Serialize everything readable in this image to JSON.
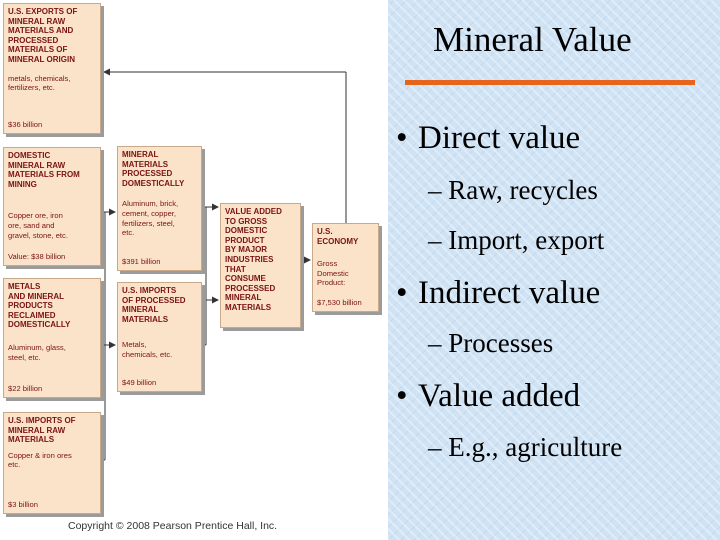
{
  "diagram": {
    "boxes": {
      "exports": {
        "title": "U.S. EXPORTS OF\nMINERAL RAW\nMATERIALS AND\nPROCESSED\nMATERIALS OF\nMINERAL ORIGIN",
        "desc": "metals, chemicals,\nfertilizers, etc.",
        "value": "$36 billion"
      },
      "domestic": {
        "title": "DOMESTIC\nMINERAL RAW\nMATERIALS FROM\nMINING",
        "desc": "Copper ore, iron\nore, sand and\ngravel, stone, etc.",
        "value": "Value: $38 billion"
      },
      "reclaimed": {
        "title": "METALS\nAND MINERAL\nPRODUCTS\nRECLAIMED\nDOMESTICALLY",
        "desc": "Aluminum, glass,\nsteel, etc.",
        "value": "$22 billion"
      },
      "imports_raw": {
        "title": "U.S. IMPORTS OF\nMINERAL RAW\nMATERIALS",
        "desc": "Copper & iron ores\netc.",
        "value": "$3 billion"
      },
      "processed": {
        "title": "MINERAL\nMATERIALS\nPROCESSED\nDOMESTICALLY",
        "desc": "Aluminum, brick,\ncement, copper,\nfertilizers, steel,\netc.",
        "value": "$391 billion"
      },
      "imports_processed": {
        "title": "U.S. IMPORTS\nOF PROCESSED\nMINERAL\nMATERIALS",
        "desc": "Metals,\nchemicals, etc.",
        "value": "$49 billion"
      },
      "value_added": {
        "title": "VALUE ADDED\nTO GROSS\nDOMESTIC\nPRODUCT\nBY MAJOR\nINDUSTRIES\nTHAT\nCONSUME\nPROCESSED\nMINERAL\nMATERIALS"
      },
      "economy": {
        "title": "U.S.\nECONOMY",
        "desc": "Gross\nDomestic\nProduct:",
        "value": "$7,530 billion"
      }
    },
    "copyright": "Copyright © 2008 Pearson Prentice Hall, Inc."
  },
  "slide": {
    "title": "Mineral Value",
    "bullets": {
      "direct": "Direct value",
      "raw": "– Raw, recycles",
      "import": "– Import, export",
      "indirect": "Indirect value",
      "processes": "– Processes",
      "value_added": "Value added",
      "eg": "– E.g., agriculture"
    },
    "bullet_symbol": "•",
    "colors": {
      "accent_rule": "#e8641c",
      "box_fill": "#fbe3c9",
      "box_text": "#7a1313",
      "slide_background": "#cfe3f5"
    }
  }
}
